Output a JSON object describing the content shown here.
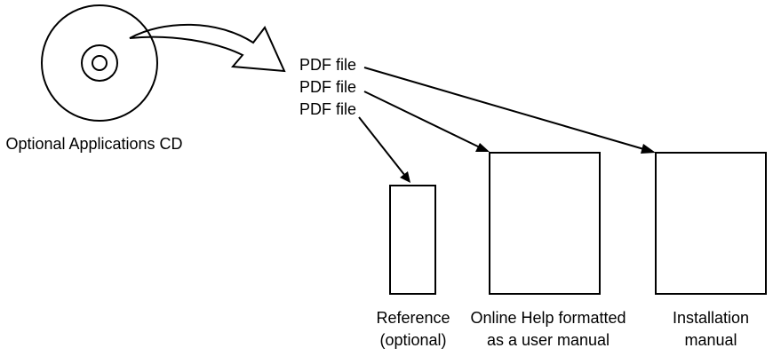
{
  "source": {
    "label": "Optional Applications CD",
    "icon": "cd-icon"
  },
  "files": [
    {
      "label": "PDF file"
    },
    {
      "label": "PDF file"
    },
    {
      "label": "PDF file"
    }
  ],
  "documents": [
    {
      "line1": "Reference",
      "line2": "(optional)"
    },
    {
      "line1": "Online Help formatted",
      "line2": "as a user manual"
    },
    {
      "line1": "Installation",
      "line2": "manual"
    }
  ],
  "colors": {
    "line": "#000000",
    "background": "#ffffff"
  }
}
